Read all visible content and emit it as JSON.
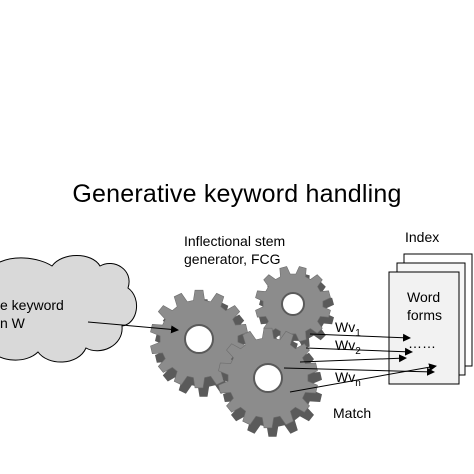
{
  "title": "Generative keyword handling",
  "stem_generator": {
    "line1": "Inflectional stem",
    "line2": "generator, FCG"
  },
  "index": {
    "label": "Index",
    "card_line1": "Word",
    "card_line2": "forms",
    "ellipsis": "……"
  },
  "cloud": {
    "line1": "e keyword",
    "line2": "n W"
  },
  "word_variants": [
    {
      "base": "Wv",
      "sub": "1"
    },
    {
      "base": "Wv",
      "sub": "2"
    },
    {
      "base": "Wv",
      "sub": "n"
    }
  ],
  "match_label": "Match",
  "colors": {
    "gear_fill": "#8c8c8c",
    "gear_dark": "#5a5a5a",
    "cloud_fill": "#d9d9d9",
    "card_fill": "#f2f2f2",
    "ink": "#000000"
  }
}
